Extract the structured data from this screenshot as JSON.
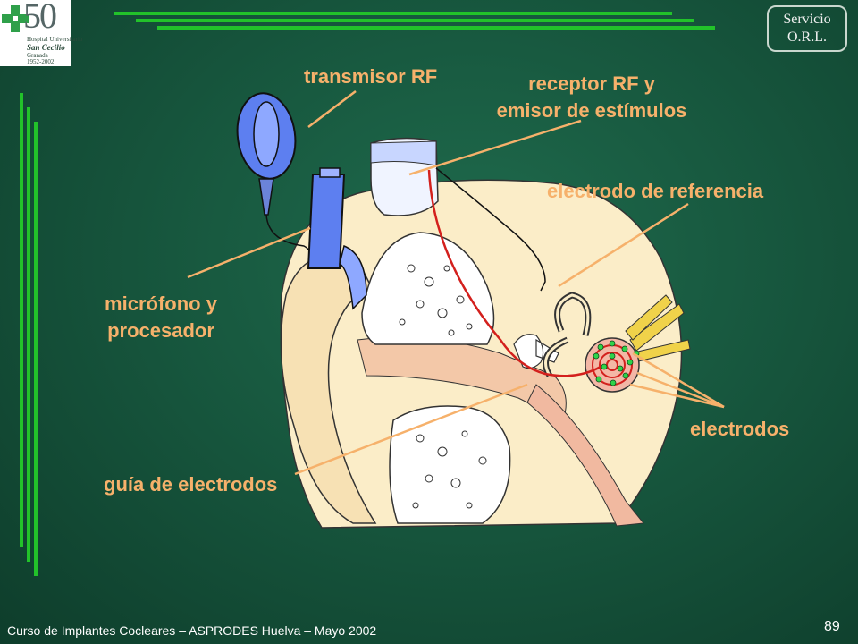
{
  "logo": {
    "number": "50",
    "lines": [
      "Hospital Universitario",
      "San Cecilio",
      "Granada",
      "1952-2002"
    ]
  },
  "badge": {
    "line1": "Servicio",
    "line2": "O.R.L."
  },
  "labels": {
    "transmisor": "transmisor RF",
    "receptor_1": "receptor RF y",
    "receptor_2": "emisor de estímulos",
    "referencia": "electrodo de referencia",
    "microfono_1": "micrófono y",
    "microfono_2": "procesador",
    "electrodos": "electrodos",
    "guia": "guía de electrodos"
  },
  "footer": "Curso de Implantes Cocleares – ASPRODES Huelva – Mayo 2002",
  "page_number": "89"
}
